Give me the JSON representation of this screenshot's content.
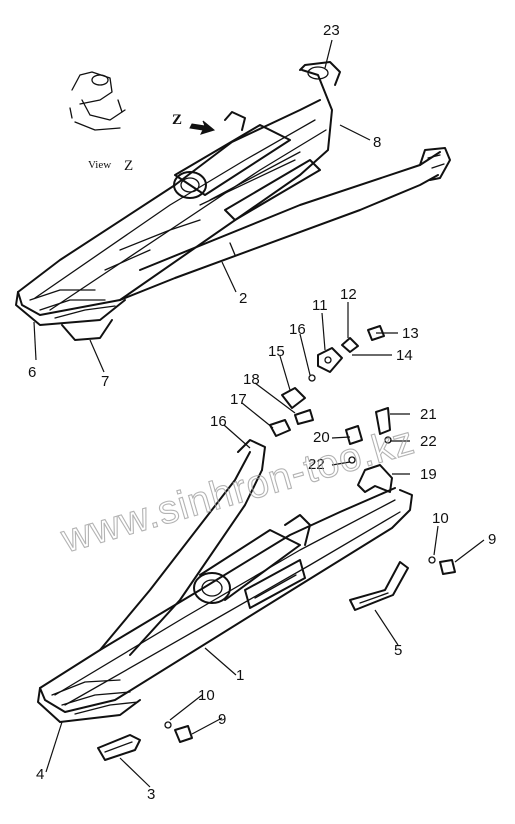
{
  "watermark": "www.sinhron-too.kz",
  "view_label": {
    "word": "View",
    "letter": "Z"
  },
  "direction_label": "Z",
  "callouts": [
    "23",
    "8",
    "2",
    "6",
    "7",
    "11",
    "12",
    "13",
    "16",
    "14",
    "15",
    "18",
    "17",
    "16",
    "20",
    "21",
    "22",
    "22",
    "19",
    "10",
    "9",
    "5",
    "1",
    "10",
    "9",
    "4",
    "3"
  ],
  "colors": {
    "ink": "#111111",
    "watermark": "#9a9a9a",
    "background": "#ffffff"
  }
}
